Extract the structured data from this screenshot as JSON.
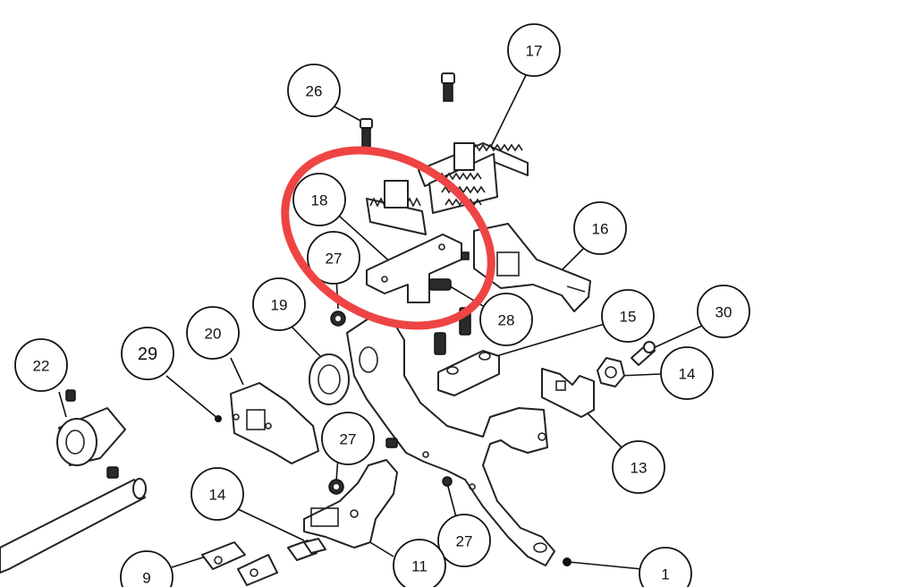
{
  "diagram": {
    "callouts": [
      {
        "id": "c17",
        "label": "17"
      },
      {
        "id": "c26",
        "label": "26"
      },
      {
        "id": "c18",
        "label": "18"
      },
      {
        "id": "c16",
        "label": "16"
      },
      {
        "id": "c27a",
        "label": "27"
      },
      {
        "id": "c19",
        "label": "19"
      },
      {
        "id": "c28",
        "label": "28"
      },
      {
        "id": "c15",
        "label": "15"
      },
      {
        "id": "c30",
        "label": "30"
      },
      {
        "id": "c20",
        "label": "20"
      },
      {
        "id": "c29",
        "label": "29"
      },
      {
        "id": "c14a",
        "label": "14"
      },
      {
        "id": "c22",
        "label": "22"
      },
      {
        "id": "c13",
        "label": "13"
      },
      {
        "id": "c27b",
        "label": "27"
      },
      {
        "id": "c14b",
        "label": "14"
      },
      {
        "id": "c27c",
        "label": "27"
      },
      {
        "id": "c9",
        "label": "9"
      },
      {
        "id": "c11",
        "label": "11"
      },
      {
        "id": "c1",
        "label": "1"
      }
    ],
    "highlight_color": "#ee4444"
  }
}
